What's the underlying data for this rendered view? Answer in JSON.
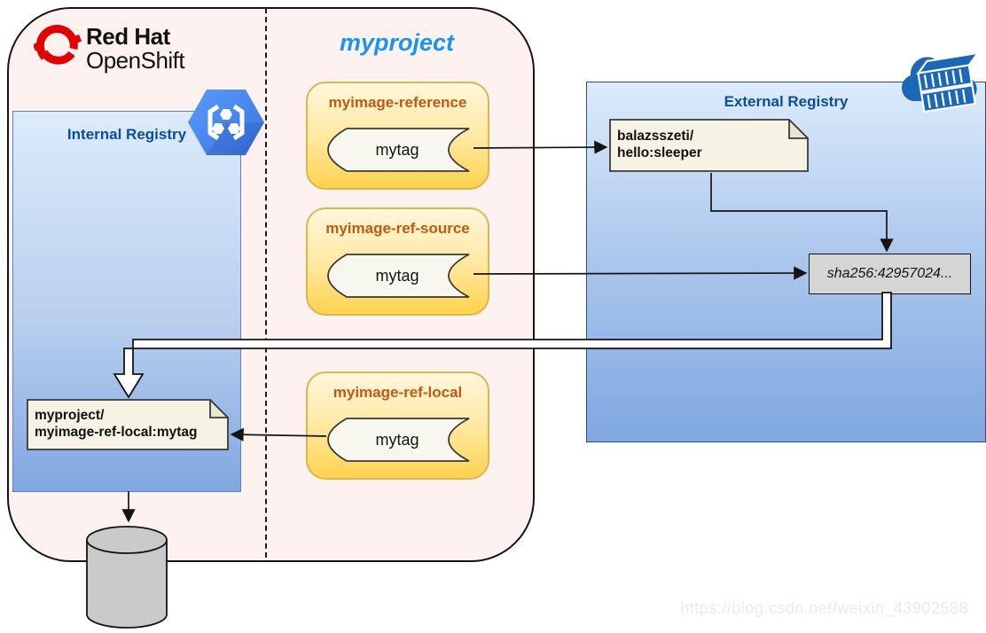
{
  "logo": {
    "line1": "Red Hat",
    "line2": "OpenShift"
  },
  "project": {
    "name": "myproject"
  },
  "internal_registry": {
    "title": "Internal Registry"
  },
  "external_registry": {
    "title": "External Registry"
  },
  "imagestreams": [
    {
      "name": "myimage-reference",
      "tag": "mytag"
    },
    {
      "name": "myimage-ref-source",
      "tag": "mytag"
    },
    {
      "name": "myimage-ref-local",
      "tag": "mytag"
    }
  ],
  "external_image": {
    "line1": "balazsszeti/",
    "line2": "hello:sleeper"
  },
  "digest": {
    "label": "sha256:42957024..."
  },
  "local_image": {
    "line1": "myproject/",
    "line2": "myimage-ref-local:mytag"
  },
  "watermark": "https://blog.csdn.net/weixin_43902588",
  "icons": {
    "logo": "openshift-logo-icon",
    "internal": "container-registry-hexagon-icon",
    "external": "cloud-container-registry-icon",
    "storage": "database-cylinder-icon"
  },
  "colors": {
    "cluster_bg": "#fdf2ef",
    "project_blue": "#1b93f5",
    "registry_title_blue": "#0a4d9d",
    "registry_gradient_top": "#dcebfb",
    "registry_gradient_bottom": "#7fa7e1",
    "stream_border": "#d9b74f",
    "stream_gradient_top": "#fff7dc",
    "stream_gradient_bottom": "#ffd24d",
    "stream_label_orange": "#c05a12",
    "note_fill": "#f6f3e4",
    "digest_gray": "#d5d5d5",
    "redhat_red": "#e00000",
    "hexagon_blue": "#4989f5",
    "cloud_blue": "#1b67b8"
  }
}
